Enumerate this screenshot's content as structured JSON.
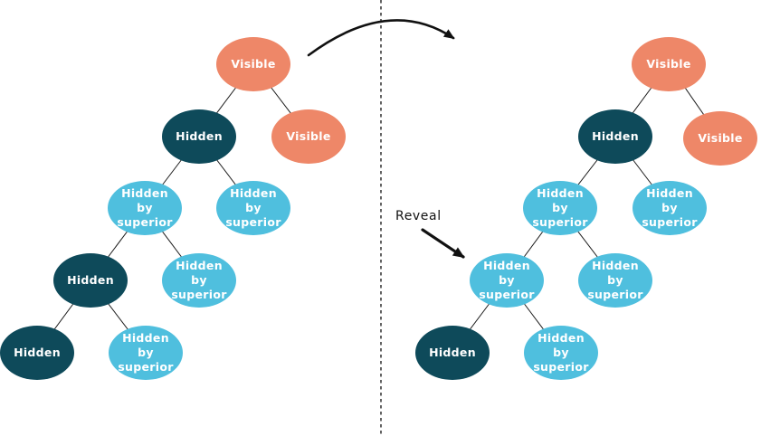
{
  "diagram": {
    "annotation": {
      "label": "Reveal"
    },
    "transition_arrow": {
      "direction": "left-to-right",
      "shape": "curved"
    },
    "divider": {
      "style": "vertical-dashed"
    },
    "colors": {
      "visible": "#EE8768",
      "hidden": "#0E4A5A",
      "hidden_by_superior": "#4FBFDE",
      "edge": "#1a1a1a",
      "node_text": "#ffffff",
      "annotation_text": "#111111"
    },
    "before_tree": {
      "nodes": [
        {
          "label": "Visible",
          "state": "visible"
        },
        {
          "label": "Hidden",
          "state": "hidden"
        },
        {
          "label": "Visible",
          "state": "visible"
        },
        {
          "label": "Hidden by superior",
          "state": "hidden_by_superior"
        },
        {
          "label": "Hidden by superior",
          "state": "hidden_by_superior"
        },
        {
          "label": "Hidden",
          "state": "hidden"
        },
        {
          "label": "Hidden by superior",
          "state": "hidden_by_superior"
        },
        {
          "label": "Hidden",
          "state": "hidden"
        },
        {
          "label": "Hidden by superior",
          "state": "hidden_by_superior"
        }
      ],
      "edges": [
        [
          0,
          1
        ],
        [
          0,
          2
        ],
        [
          1,
          3
        ],
        [
          1,
          4
        ],
        [
          3,
          5
        ],
        [
          3,
          6
        ],
        [
          5,
          7
        ],
        [
          5,
          8
        ]
      ]
    },
    "after_tree": {
      "nodes": [
        {
          "label": "Visible",
          "state": "visible"
        },
        {
          "label": "Hidden",
          "state": "hidden"
        },
        {
          "label": "Visible",
          "state": "visible"
        },
        {
          "label": "Hidden by superior",
          "state": "hidden_by_superior"
        },
        {
          "label": "Hidden by superior",
          "state": "hidden_by_superior"
        },
        {
          "label": "Hidden by superior",
          "state": "hidden_by_superior"
        },
        {
          "label": "Hidden by superior",
          "state": "hidden_by_superior"
        },
        {
          "label": "Hidden",
          "state": "hidden"
        },
        {
          "label": "Hidden by superior",
          "state": "hidden_by_superior"
        }
      ],
      "edges": [
        [
          0,
          1
        ],
        [
          0,
          2
        ],
        [
          1,
          3
        ],
        [
          1,
          4
        ],
        [
          3,
          5
        ],
        [
          3,
          6
        ],
        [
          5,
          7
        ],
        [
          5,
          8
        ]
      ],
      "revealed_node_index": 5
    }
  }
}
